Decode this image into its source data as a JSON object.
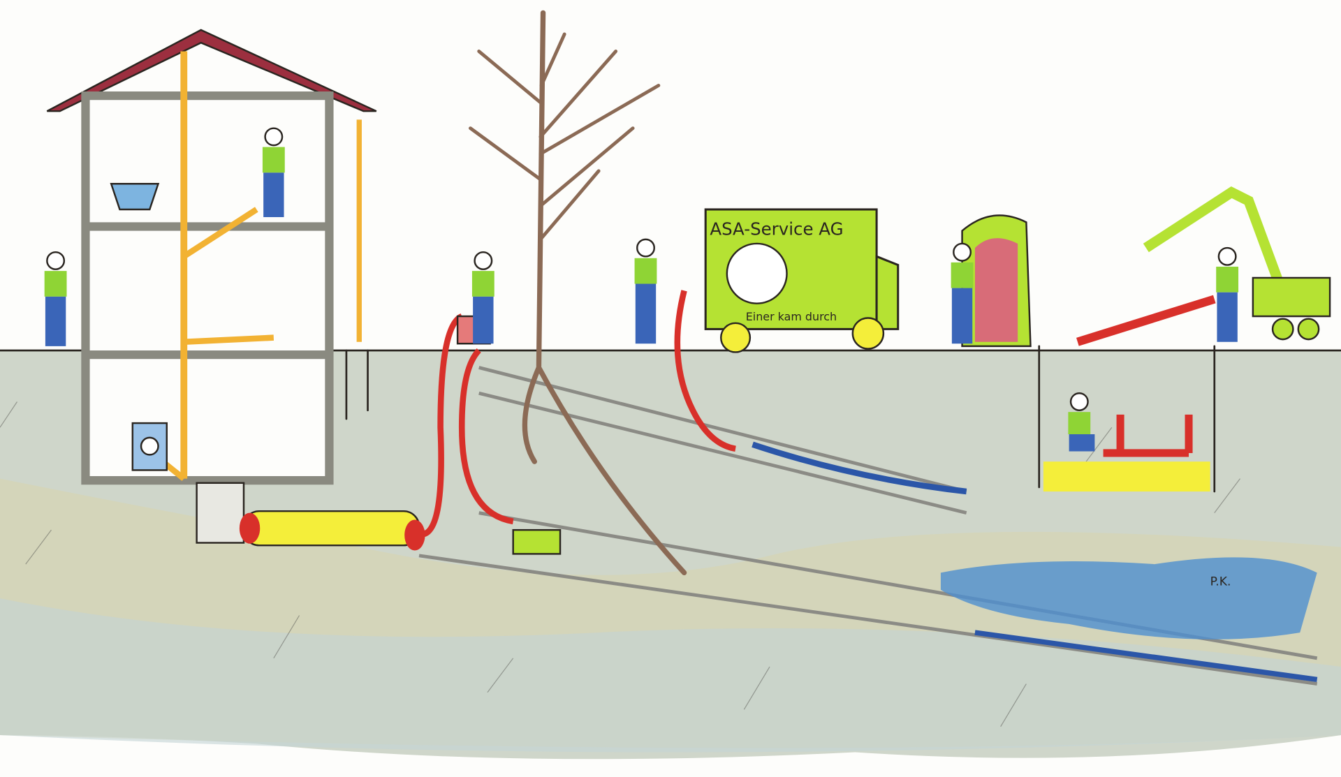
{
  "illustration": {
    "truck": {
      "company": "ASA-Service AG",
      "slogan": "Einer kam durch"
    },
    "signature": "P.K.",
    "colors": {
      "soil": "#c9d2c6",
      "soil_ochre": "#d8d3a6",
      "roof": "#9c2f3f",
      "pipe_orange": "#f2b233",
      "hose_red": "#d8302a",
      "liner_yellow": "#f4ee3a",
      "truck_green": "#b5e233",
      "water_blue": "#4d8fd0",
      "shirt_green": "#8fd435",
      "jeans_blue": "#3a65b8"
    }
  }
}
